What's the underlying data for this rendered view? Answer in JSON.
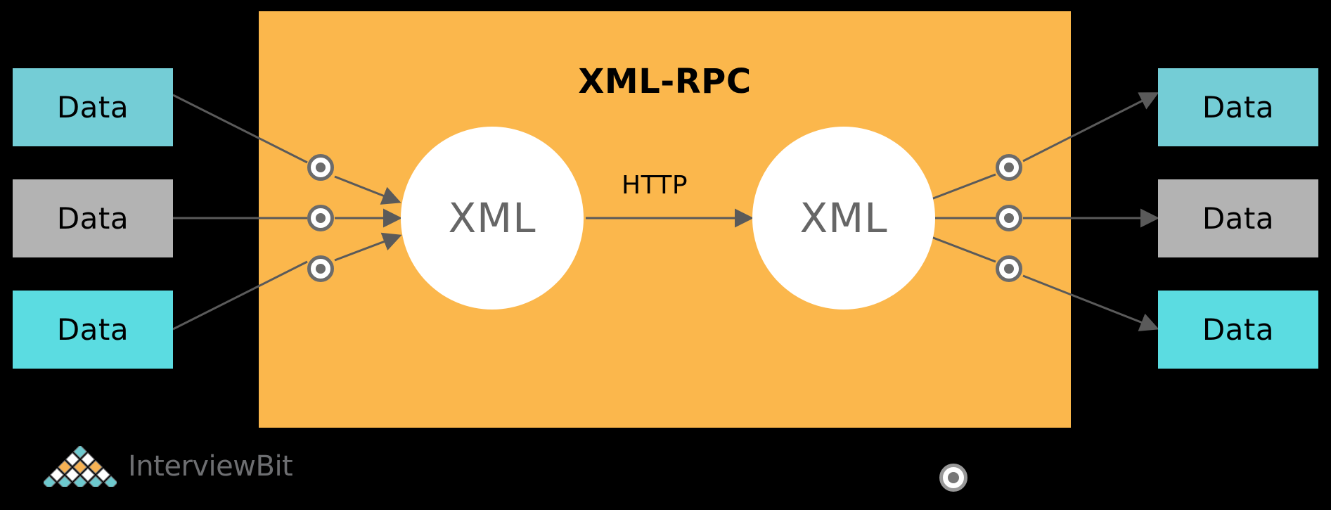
{
  "diagram": {
    "title": "XML-RPC",
    "panel_color": "#FBB74C",
    "background_color": "#000000",
    "left_nodes": [
      {
        "label": "Data",
        "color": "#74CDD6"
      },
      {
        "label": "Data",
        "color": "#B3B3B3"
      },
      {
        "label": "Data",
        "color": "#5BDCE1"
      }
    ],
    "right_nodes": [
      {
        "label": "Data",
        "color": "#74CDD6"
      },
      {
        "label": "Data",
        "color": "#B3B3B3"
      },
      {
        "label": "Data",
        "color": "#5BDCE1"
      }
    ],
    "processors": [
      {
        "label": "XML"
      },
      {
        "label": "XML"
      }
    ],
    "transport": {
      "label": "HTTP"
    },
    "connector_color": "#5A5A5A",
    "marker": {
      "ring_color": "#6B6B6B",
      "fill_color": "#FFFFFF",
      "core_color": "#6B6B6B"
    }
  },
  "branding": {
    "name": "InterviewBit",
    "name_part_1": "Interview",
    "name_part_2": "Bit",
    "text_color": "#6D6E71",
    "mark_colors": {
      "teal": "#6EC9CE",
      "orange": "#F6B254",
      "white": "#FFFFFF",
      "outline": "#6D6E71"
    }
  }
}
